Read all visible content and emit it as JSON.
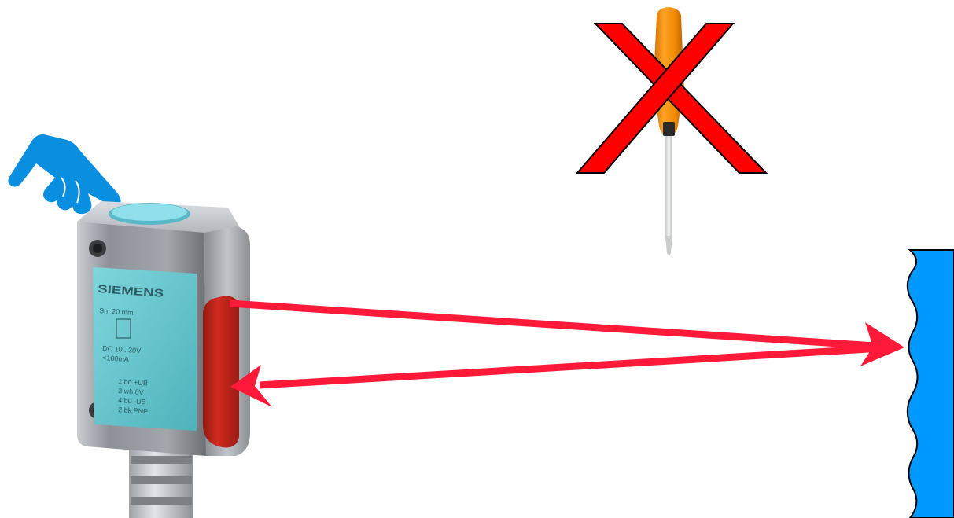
{
  "sensor": {
    "brand": "SIEMENS",
    "label_lines": [
      "Sn: 20 mm",
      "DC 10...30V",
      "<100mA"
    ],
    "pin_lines": [
      "1 bn +UB",
      "3 wh 0V",
      "4 bu -UB",
      "2 bk PNP"
    ]
  },
  "icons": {
    "hand": "pointing-hand-icon",
    "screwdriver": "screwdriver-icon",
    "cross": "red-cross-icon",
    "target": "reflective-target-icon"
  },
  "colors": {
    "hand": "#0a8ee0",
    "beam": "#ff1a3a",
    "cross": "#ff0000",
    "cross_outline": "#000000",
    "target": "#0099ff",
    "sensor_body": "#9a9da3",
    "sensor_panel": "#66c7cc",
    "sensor_lens": "#c0251c",
    "button": "#7fd4e0",
    "screwdriver_handle": "#f08a00"
  }
}
